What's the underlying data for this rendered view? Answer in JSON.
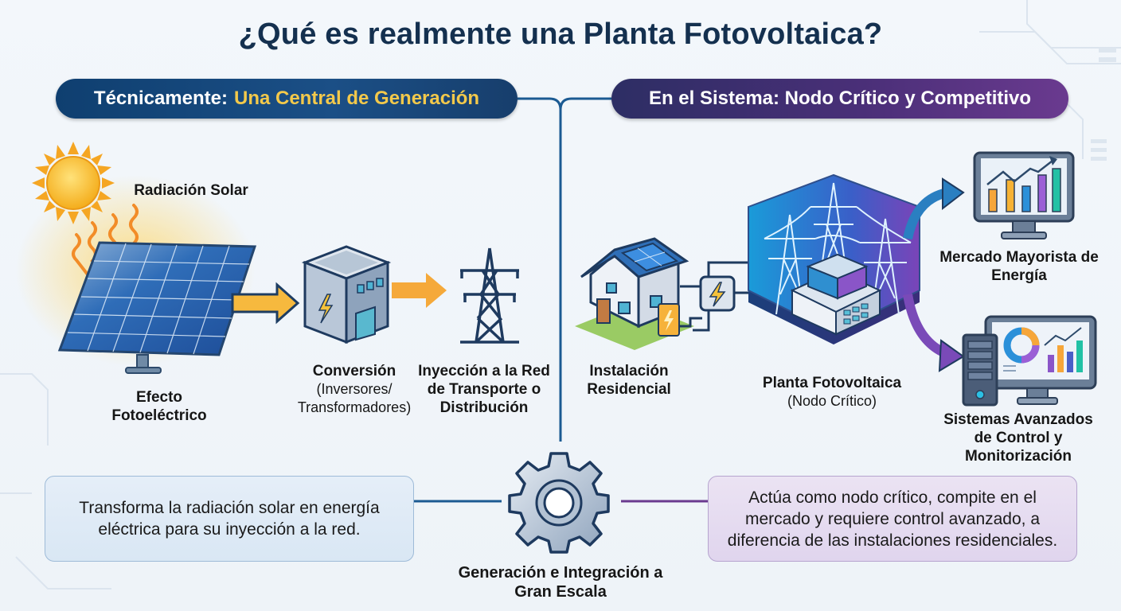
{
  "title": "¿Qué es realmente una Planta Fotovoltaica?",
  "left_section": {
    "header_prefix": "Técnicamente:",
    "header_accent": "Una Central de Generación",
    "steps": [
      {
        "icon": "sun-solar-panel-icon",
        "top_label": "Radiación Solar",
        "label": "Efecto Fotoeléctrico"
      },
      {
        "icon": "inverter-building-icon",
        "label": "Conversión",
        "sublabel": "(Inversores/ Transformadores)"
      },
      {
        "icon": "transmission-tower-icon",
        "label": "Inyección a la Red de Transporte o Distribución"
      }
    ],
    "summary": "Transforma la radiación solar en energía eléctrica para su inyección a la red."
  },
  "right_section": {
    "header": "En el Sistema: Nodo Crítico y Competitivo",
    "nodes": [
      {
        "icon": "house-solar-battery-icon",
        "label": "Instalación Residencial"
      },
      {
        "icon": "pv-plant-node-icon",
        "label": "Planta Fotovoltaica",
        "sublabel": "(Nodo Crítico)"
      },
      {
        "icon": "market-chart-monitor-icon",
        "label": "Mercado Mayorista de Energía"
      },
      {
        "icon": "control-monitoring-computer-icon",
        "label": "Sistemas Avanzados de Control y Monitorización"
      }
    ],
    "summary": "Actúa como nodo crítico, compite en el mercado y requiere control avanzado, a diferencia de las instalaciones residenciales."
  },
  "center": {
    "icon": "gear-icon",
    "label": "Generación e Integración a Gran Escala"
  },
  "colors": {
    "title": "#14304f",
    "left_accent": "#1b4f86",
    "gold": "#f3c94b",
    "right_accent": "#5a3585",
    "arrow_orange": "#f5a93a"
  }
}
